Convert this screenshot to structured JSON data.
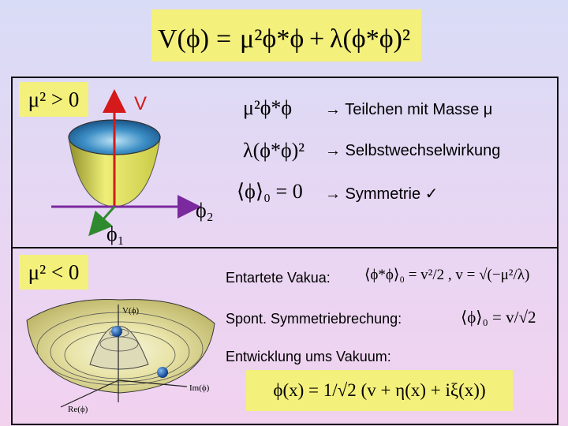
{
  "header_formula": {
    "lhs": "V(ϕ)",
    "eq": "=",
    "term1": "μ²ϕ*ϕ",
    "plus": "+",
    "term2": "λ(ϕ*ϕ)²"
  },
  "upper_panel": {
    "condition": "μ² > 0",
    "axis_v": "V",
    "axis_phi2": "ϕ₂",
    "axis_phi1": "ϕ₁",
    "rows": [
      {
        "formula": "μ²ϕ*ϕ",
        "text": "→ Teilchen mit Masse μ"
      },
      {
        "formula": "λ(ϕ*ϕ)²",
        "text": "→ Selbstwechselwirkung"
      },
      {
        "formula": "⟨ϕ⟩₀ = 0",
        "text": "→ Symmetrie ✓"
      }
    ]
  },
  "lower_panel": {
    "condition": "μ² < 0",
    "axis_im": "Im(ϕ)",
    "axis_re": "Re(ϕ)",
    "axis_v": "V(ϕ)",
    "label1": "Entartete Vakua:",
    "formula1": "⟨ϕ*ϕ⟩₀ = v²/2 ,   v = √(−μ²/λ)",
    "label2": "Spont. Symmetriebrechung:",
    "formula2": "⟨ϕ⟩₀ = v/√2",
    "label3": "Entwicklung ums Vakuum:",
    "formula3": "ϕ(x) = 1/√2 (v + η(x) + iξ(x))"
  },
  "colors": {
    "highlight": "#f4f07c",
    "axis_red": "#d41a1a",
    "axis_purple": "#7a2a9e",
    "axis_green": "#2f8a2f",
    "bowl_yellow": "#e8e86a",
    "bowl_blue": "#2e7bb5"
  }
}
